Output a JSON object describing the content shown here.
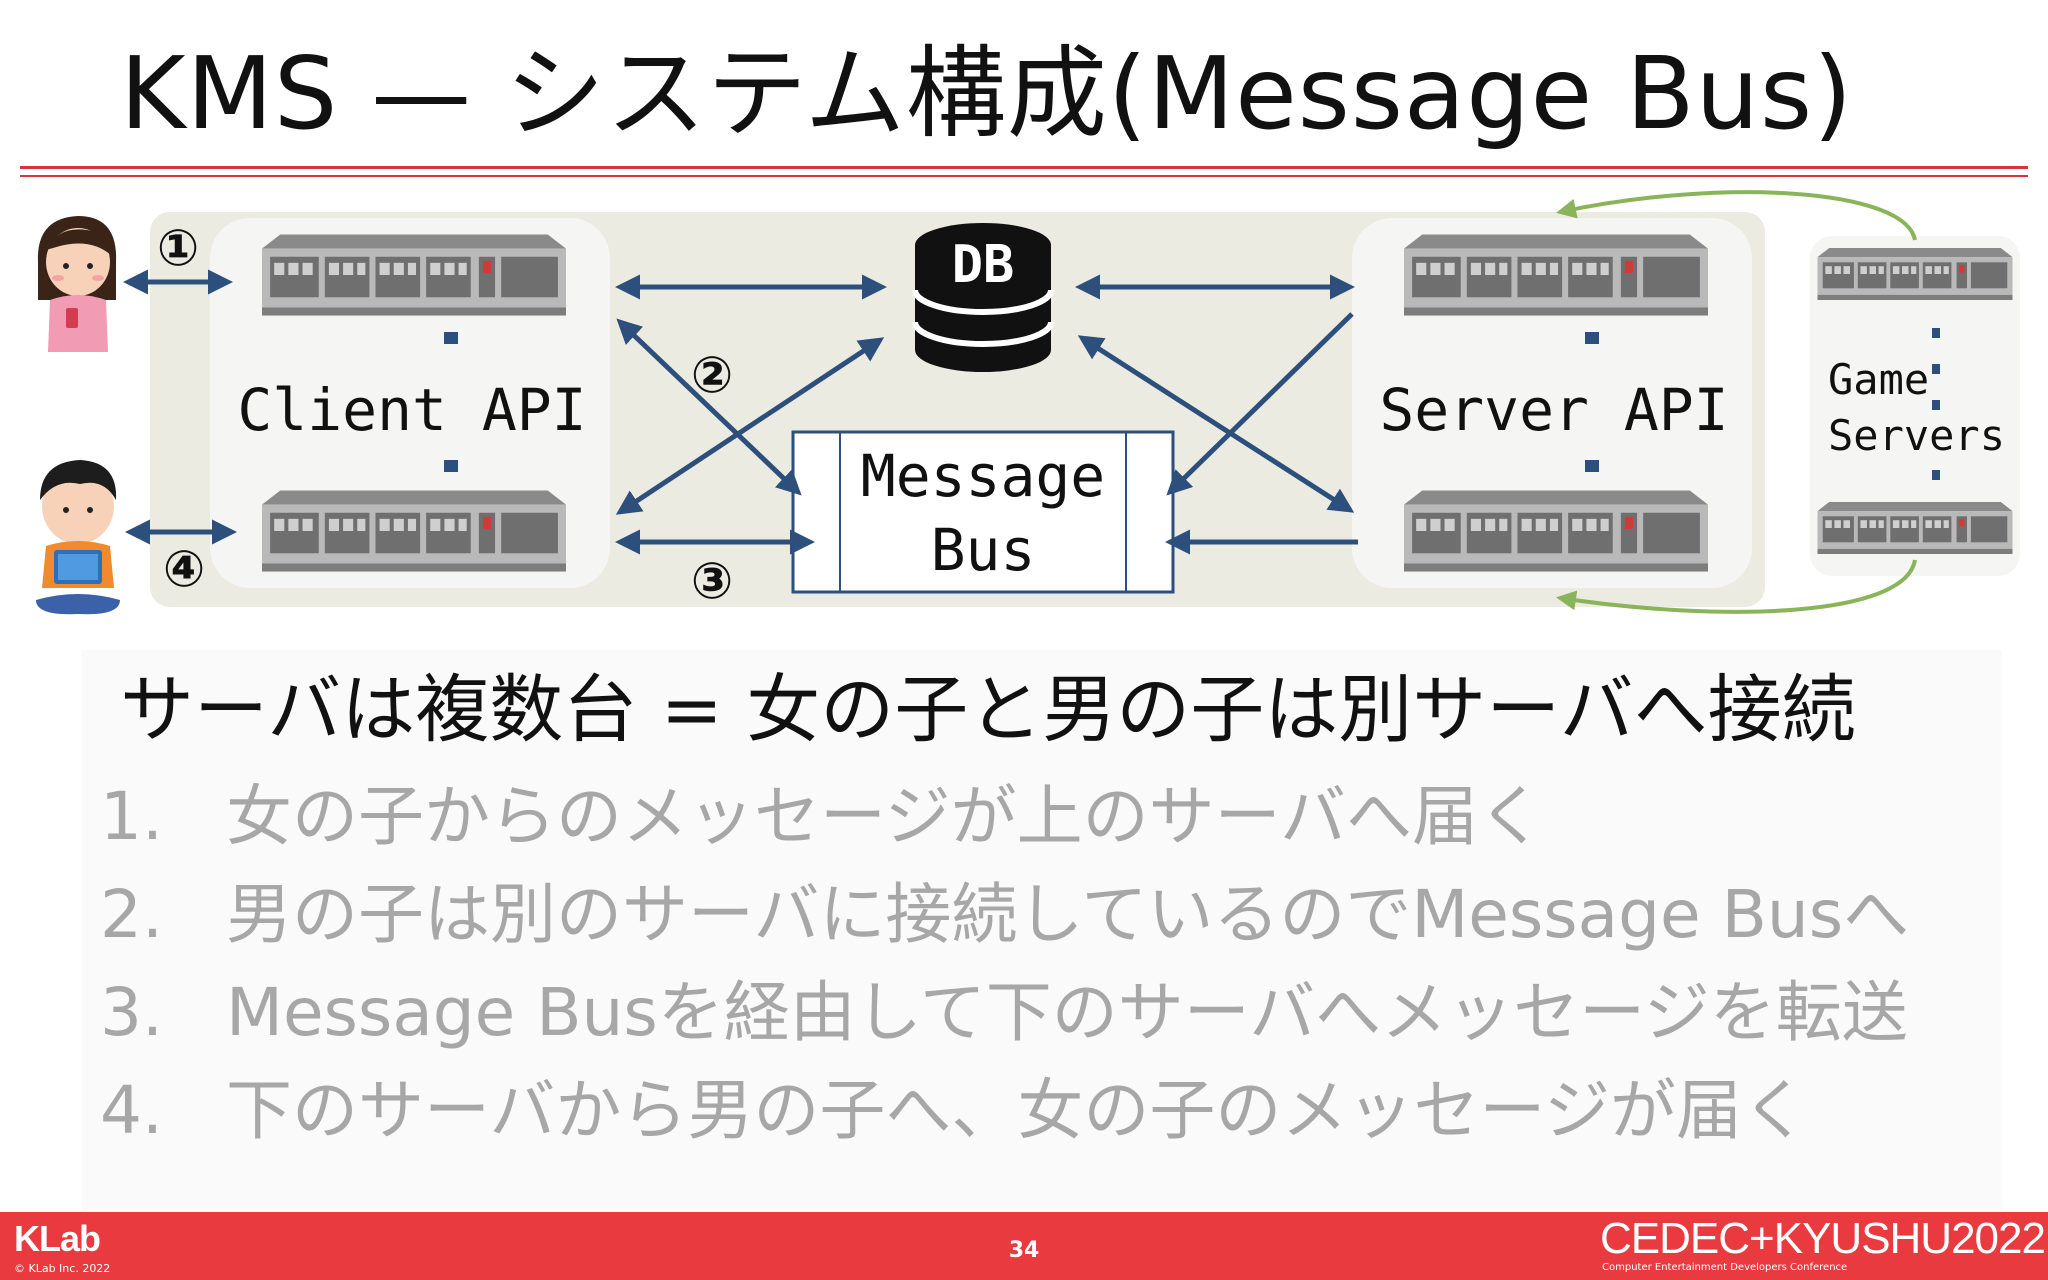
{
  "slide": {
    "title": "KMS — システム構成(Message Bus)",
    "headline": "サーバは複数台 = 女の子と男の子は別サーバへ接続",
    "steps": [
      {
        "num": "1.",
        "text": "女の子からのメッセージが上のサーバへ届く"
      },
      {
        "num": "2.",
        "text": "男の子は別のサーバに接続しているのでMessage Busへ"
      },
      {
        "num": "3.",
        "text": "Message Busを経由して下のサーバへメッセージを転送"
      },
      {
        "num": "4.",
        "text": "下のサーバから男の子へ、女の子のメッセージが届く"
      }
    ]
  },
  "diagram": {
    "client_api_label": "Client  API",
    "server_api_label": "Server  API",
    "db_label": "DB",
    "message_bus_line1": "Message",
    "message_bus_line2": "Bus",
    "game_servers_line1": "Game",
    "game_servers_line2": "Servers",
    "step_markers": [
      "①",
      "②",
      "③",
      "④"
    ],
    "colors": {
      "arrow": "#2c4f7c",
      "green_arrow": "#8ab45a",
      "panel_bg": "#ecebe1"
    }
  },
  "footer": {
    "logo": "KLab",
    "copyright": "© KLab Inc. 2022",
    "page_number": "34",
    "event": "CEDEC+KYUSHU2022",
    "event_sub": "Computer Entertainment Developers Conference",
    "color": "#e83a3f"
  }
}
